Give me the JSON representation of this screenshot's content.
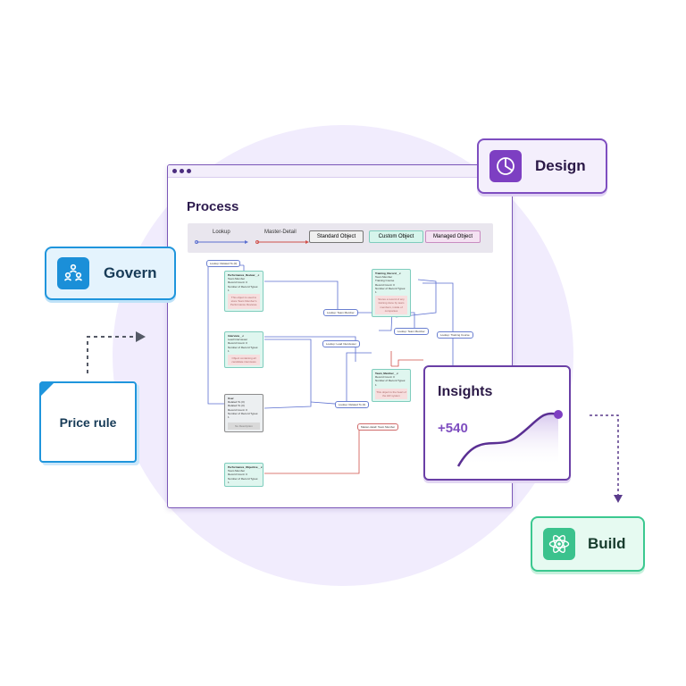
{
  "process_window": {
    "title": "Process",
    "legend": {
      "lookup_label": "Lookup",
      "master_detail_label": "Master-Detail",
      "standard_object_label": "Standard Object",
      "custom_object_label": "Custom Object",
      "managed_object_label": "Managed Object"
    },
    "nodes": [
      {
        "title": "Performance_Review__c",
        "lines": [
          "Team Member",
          "Record Count: 0",
          "Number of Record Types: 1"
        ],
        "desc": "This object is used to store Team Member's Performance Reviews."
      },
      {
        "title": "Interview__c",
        "lines": [
          "Lead Interviewer",
          "Record Count: 0",
          "Number of Record Types: 1"
        ],
        "desc": "Object containing all candidate interviews"
      },
      {
        "title": "User",
        "lines": [
          "Related To (0)",
          "Related To (0)",
          "Record Count: 0",
          "Number of Record Types: 1"
        ],
        "desc": "No Description"
      },
      {
        "title": "Performance_Objective__c",
        "lines": [
          "Team Member",
          "Record Count: 0",
          "Number of Record Types: 1"
        ],
        "desc": ""
      },
      {
        "title": "Training_Record__c",
        "lines": [
          "Team Member",
          "Training Course",
          "Record Count: 0",
          "Number of Record Types: 1"
        ],
        "desc": "Stores a record of any training done by team members, inside of companies"
      },
      {
        "title": "Team_Member__c",
        "lines": [
          "Record Count: 0",
          "Number of Record Types: 1"
        ],
        "desc": "This object is the heart of the HR system"
      }
    ],
    "relationship_labels": [
      "Lookup: Related To (0)",
      "Lookup: Team Member",
      "Lookup: Lead Interviewer",
      "Lookup: Team Member",
      "Lookup: Training Course",
      "Lookup: Related To (0)",
      "Master-detail: Team Member"
    ]
  },
  "cards": {
    "govern": {
      "label": "Govern",
      "icon": "people-network-icon"
    },
    "design": {
      "label": "Design",
      "icon": "pie-chart-icon"
    },
    "build": {
      "label": "Build",
      "icon": "atom-icon"
    },
    "price_rule": {
      "label": "Price rule"
    },
    "insights": {
      "label": "Insights",
      "value": "+540"
    }
  },
  "colors": {
    "background_circle": "#f1ecfd",
    "govern_accent": "#1f95dc",
    "design_accent": "#7e4ec0",
    "build_accent": "#3bc890",
    "lookup_line": "#5b6fd0",
    "master_detail_line": "#d0504a"
  }
}
